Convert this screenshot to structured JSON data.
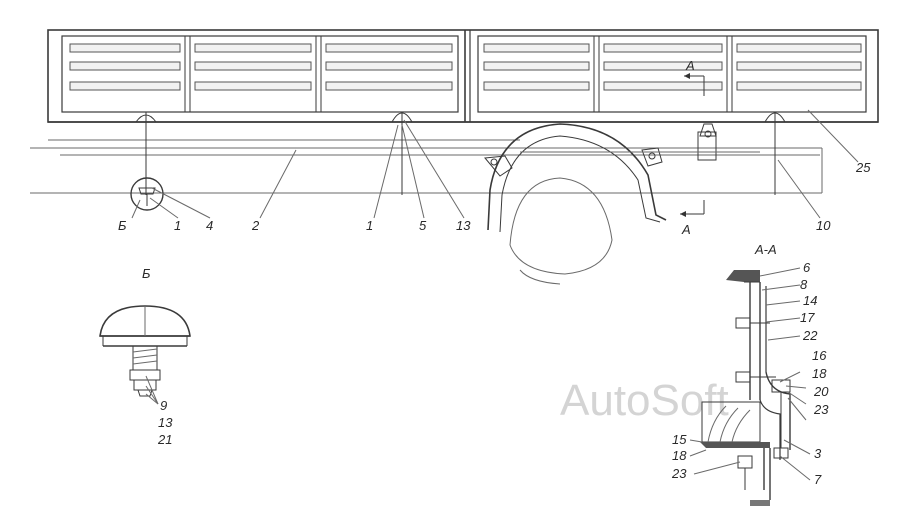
{
  "watermark": "AutoSoft",
  "section_a": "А",
  "section_aa_title": "А-А",
  "view_b_title": "Б",
  "main_labels": {
    "b": "Б",
    "l1a": "1",
    "l4": "4",
    "l2": "2",
    "l1b": "1",
    "l5": "5",
    "l13": "13",
    "l10": "10",
    "l25": "25"
  },
  "view_b_labels": [
    "9",
    "13",
    "21"
  ],
  "section_labels_right": [
    "6",
    "8",
    "14",
    "17",
    "22",
    "16",
    "18",
    "20",
    "23",
    "3",
    "7"
  ],
  "section_labels_left": [
    "15",
    "18",
    "23"
  ]
}
